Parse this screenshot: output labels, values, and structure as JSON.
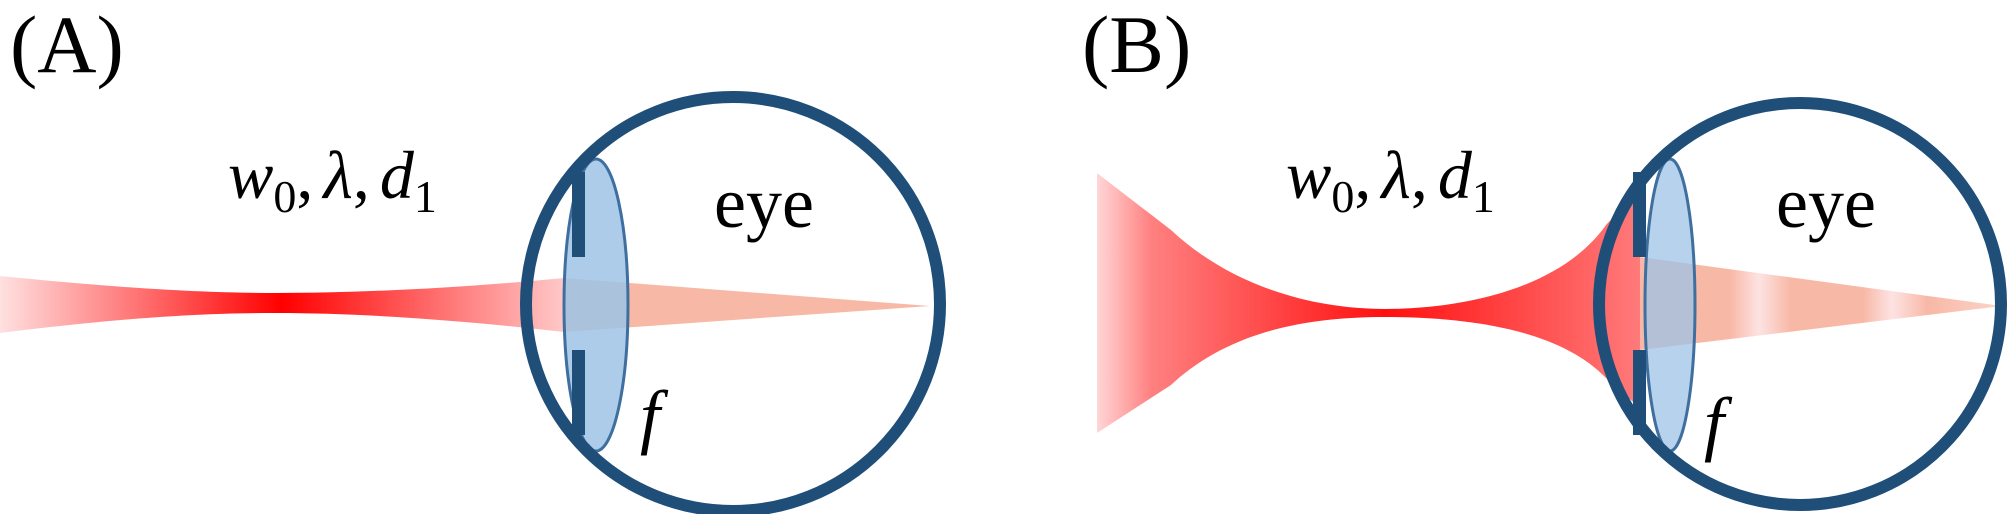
{
  "panels": [
    {
      "id": "A",
      "label": "(A)",
      "beam_params": {
        "w": "w",
        "w_sub": "0",
        "sep1": ",",
        "lambda": "λ",
        "sep2": ",",
        "d": "d",
        "d_sub": "1"
      },
      "eye_label": "eye",
      "focal_label": "f"
    },
    {
      "id": "B",
      "label": "(B)",
      "beam_params": {
        "w": "w",
        "w_sub": "0",
        "sep1": ",",
        "lambda": "λ",
        "sep2": ",",
        "d": "d",
        "d_sub": "1"
      },
      "eye_label": "eye",
      "focal_label": "f"
    }
  ],
  "colors": {
    "eye_outline": "#1f4e79",
    "lens_fill": "#9dc3e6",
    "lens_stroke": "#3f6f9f",
    "beam": "#ff0000",
    "cone": "#f7b09c"
  }
}
